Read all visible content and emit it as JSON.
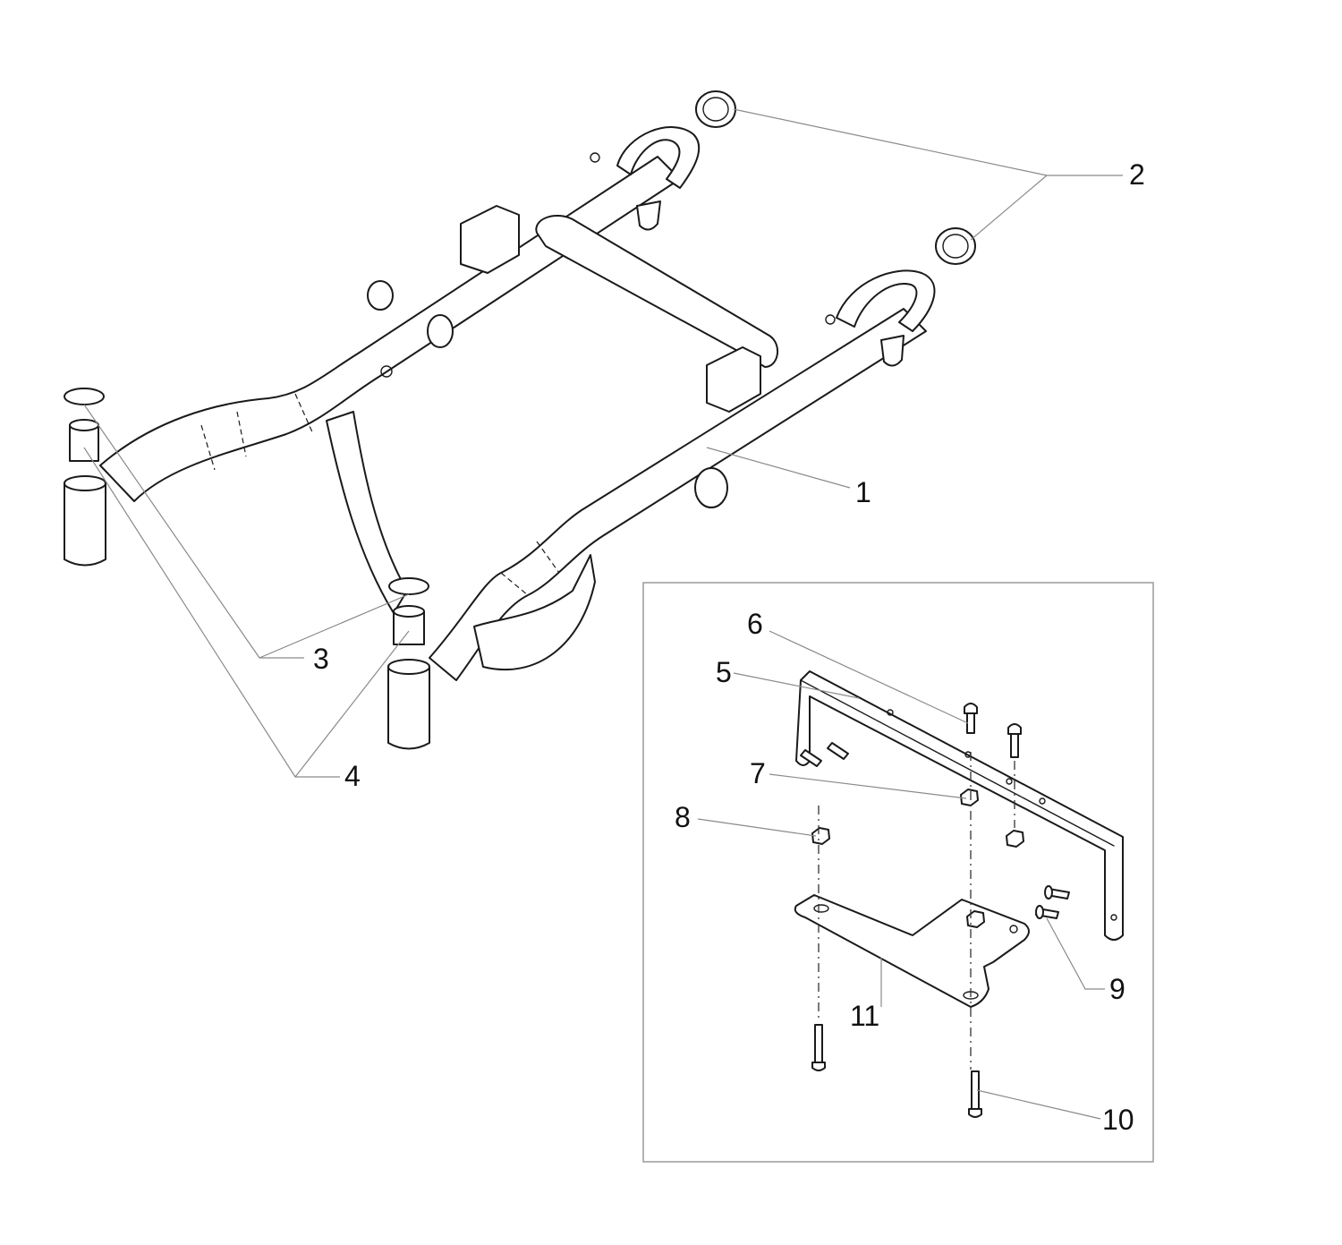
{
  "callouts": {
    "c1": "1",
    "c2": "2",
    "c3": "3",
    "c4": "4",
    "c5": "5",
    "c6": "6",
    "c7": "7",
    "c8": "8",
    "c9": "9",
    "c10": "10",
    "c11": "11"
  },
  "colors": {
    "line": "#1a1a1a",
    "leader": "#8a8a8a",
    "background": "#ffffff"
  }
}
